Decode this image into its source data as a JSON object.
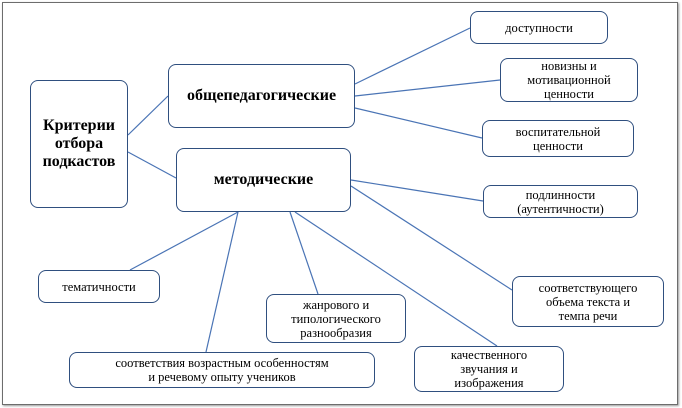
{
  "root": {
    "label": "Критерии\nотбора\nподкастов"
  },
  "categories": {
    "general": {
      "label": "общепедагогические"
    },
    "methodical": {
      "label": "методические"
    }
  },
  "general_criteria": [
    {
      "label": "доступности"
    },
    {
      "label": "новизны и\nмотивационной\nценности"
    },
    {
      "label": "воспитательной\nценности"
    }
  ],
  "methodical_criteria": [
    {
      "label": "подлинности\n(аутентичности)"
    },
    {
      "label": "соответствующего\nобъема текста и\nтемпа речи"
    },
    {
      "label": "тематичности"
    },
    {
      "label": "жанрового и\nтипологического\nразнообразия"
    },
    {
      "label": "качественного\nзвучания и\nизображения"
    },
    {
      "label": "соответствия возрастным особенностям\nи речевому опыту учеников"
    }
  ],
  "colors": {
    "border": "#2f4f7f",
    "connector": "#4a74b5"
  }
}
